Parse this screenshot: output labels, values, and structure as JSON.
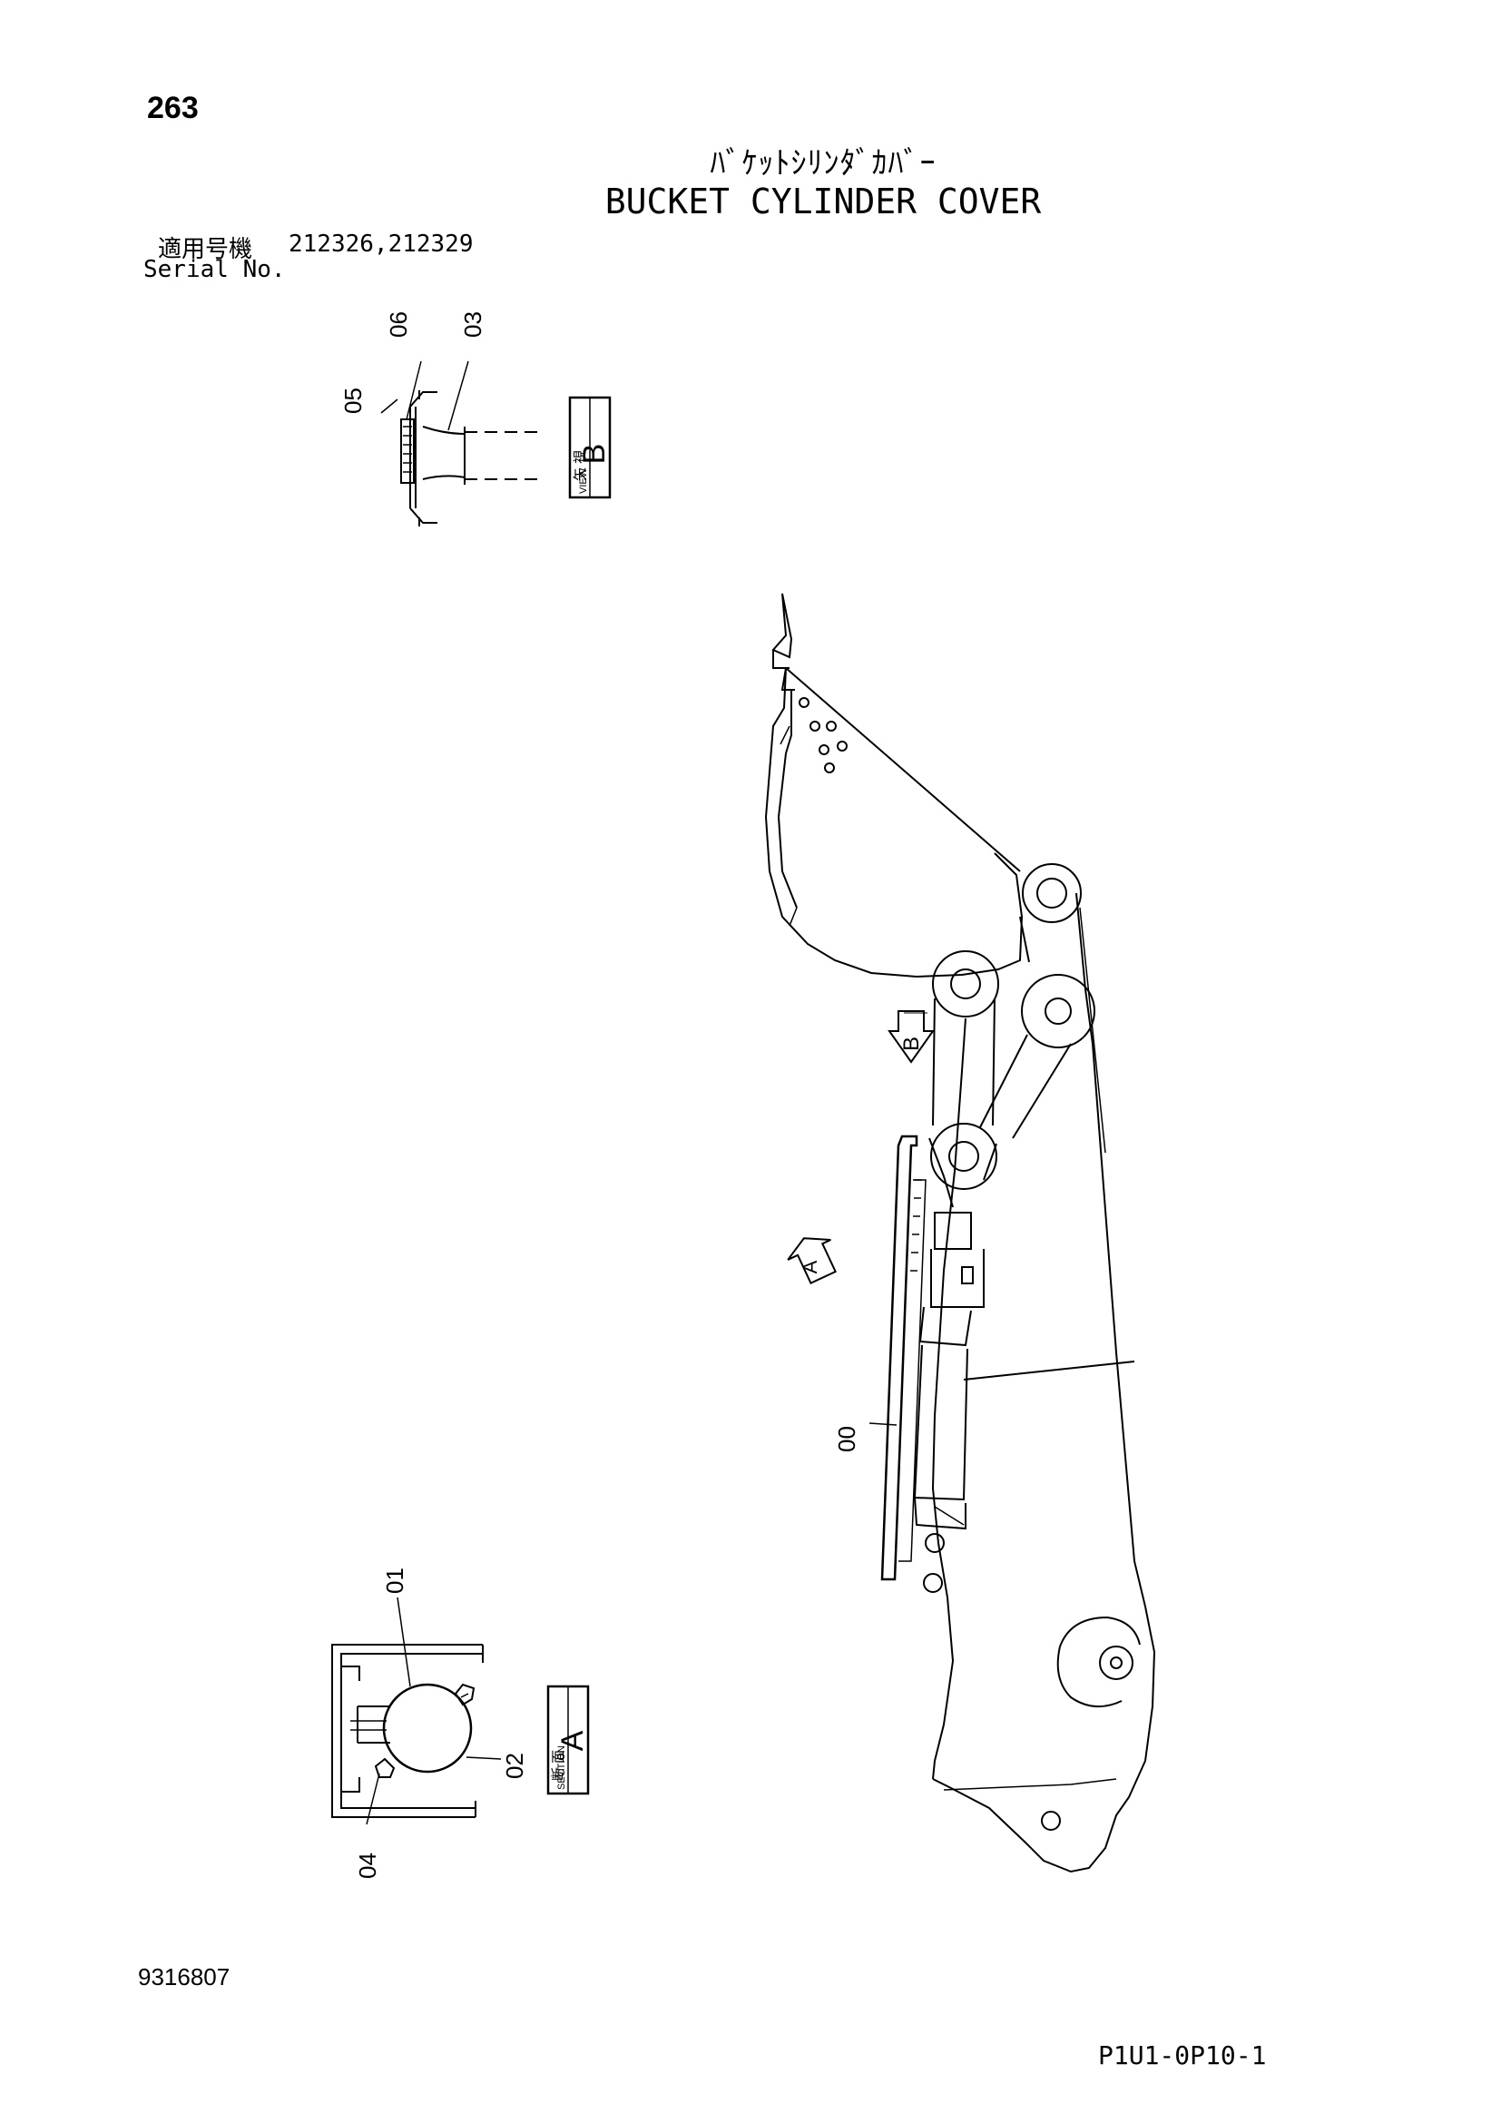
{
  "page": {
    "page_number": "263",
    "title_jp": "ﾊﾞｹｯﾄｼﾘﾝﾀﾞｶﾊﾞｰ",
    "title_en": "BUCKET CYLINDER COVER",
    "serial_label_jp": "適用号機",
    "serial_label_en": "Serial No.",
    "serial_values": "212326,212329",
    "doc_number": "9316807",
    "ref_code": "P1U1-0P10-1"
  },
  "view_b": {
    "label_jp": "矢 視",
    "label_en": "VIEW",
    "letter": "B",
    "callouts": [
      "06",
      "03",
      "05"
    ]
  },
  "section_a": {
    "label_jp": "断 面",
    "label_en": "SECTION",
    "letter": "A",
    "callouts": [
      "01",
      "02",
      "04"
    ]
  },
  "main_drawing": {
    "arrow_b_letter": "B",
    "arrow_a_letter": "A",
    "callout_cover": "00"
  }
}
